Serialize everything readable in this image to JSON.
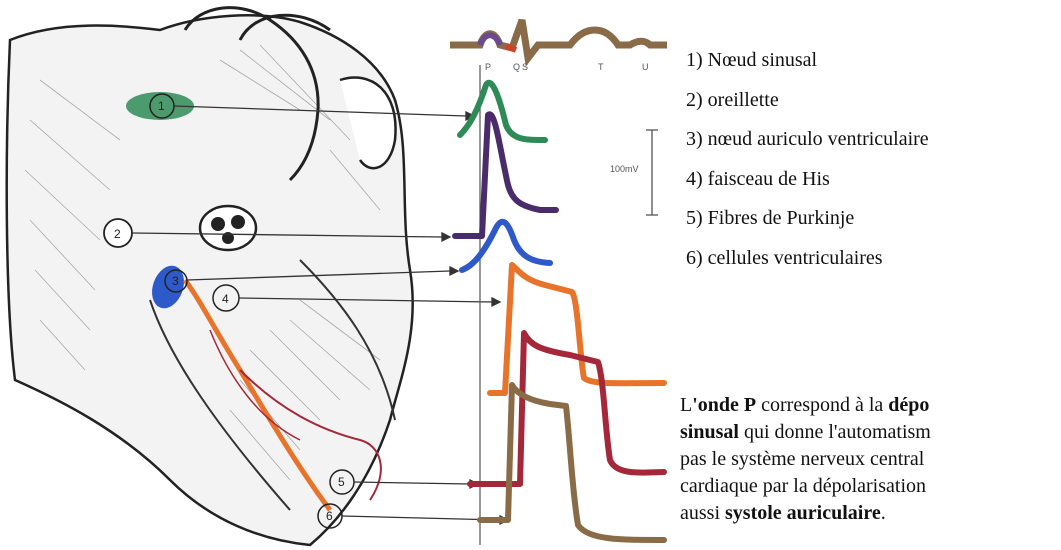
{
  "legend": {
    "items": [
      "1) Nœud sinusal",
      "2) oreillette",
      "3) nœud auriculo ventriculaire",
      "4) faisceau de His",
      "5)  Fibres de Purkinje",
      "6) cellules ventriculaires"
    ]
  },
  "ecg": {
    "wave_labels": [
      "P",
      "Q",
      "S",
      "T",
      "U"
    ]
  },
  "scale": {
    "label": "100mV"
  },
  "heart_markers": [
    "1",
    "2",
    "3",
    "4",
    "5",
    "6"
  ],
  "note": {
    "p1": "L",
    "p2": "'onde P",
    "p3": " correspond à la ",
    "p4": "dépo",
    "p5": "sinusal",
    "p6": " qui donne l'automatism",
    "p7": "pas le système nerveux central",
    "p8": "cardiaque par la dépolarisation",
    "p9": "aussi ",
    "p10": "systole auriculaire",
    "p11": "."
  },
  "colors": {
    "sinus_node": "#2e8b57",
    "atrium": "#4b2c6b",
    "av_node": "#2e59c9",
    "his_bundle": "#e8742b",
    "purkinje": "#a5283a",
    "ventricular": "#8a6b48",
    "ecg_trace": "#8a6b48"
  }
}
